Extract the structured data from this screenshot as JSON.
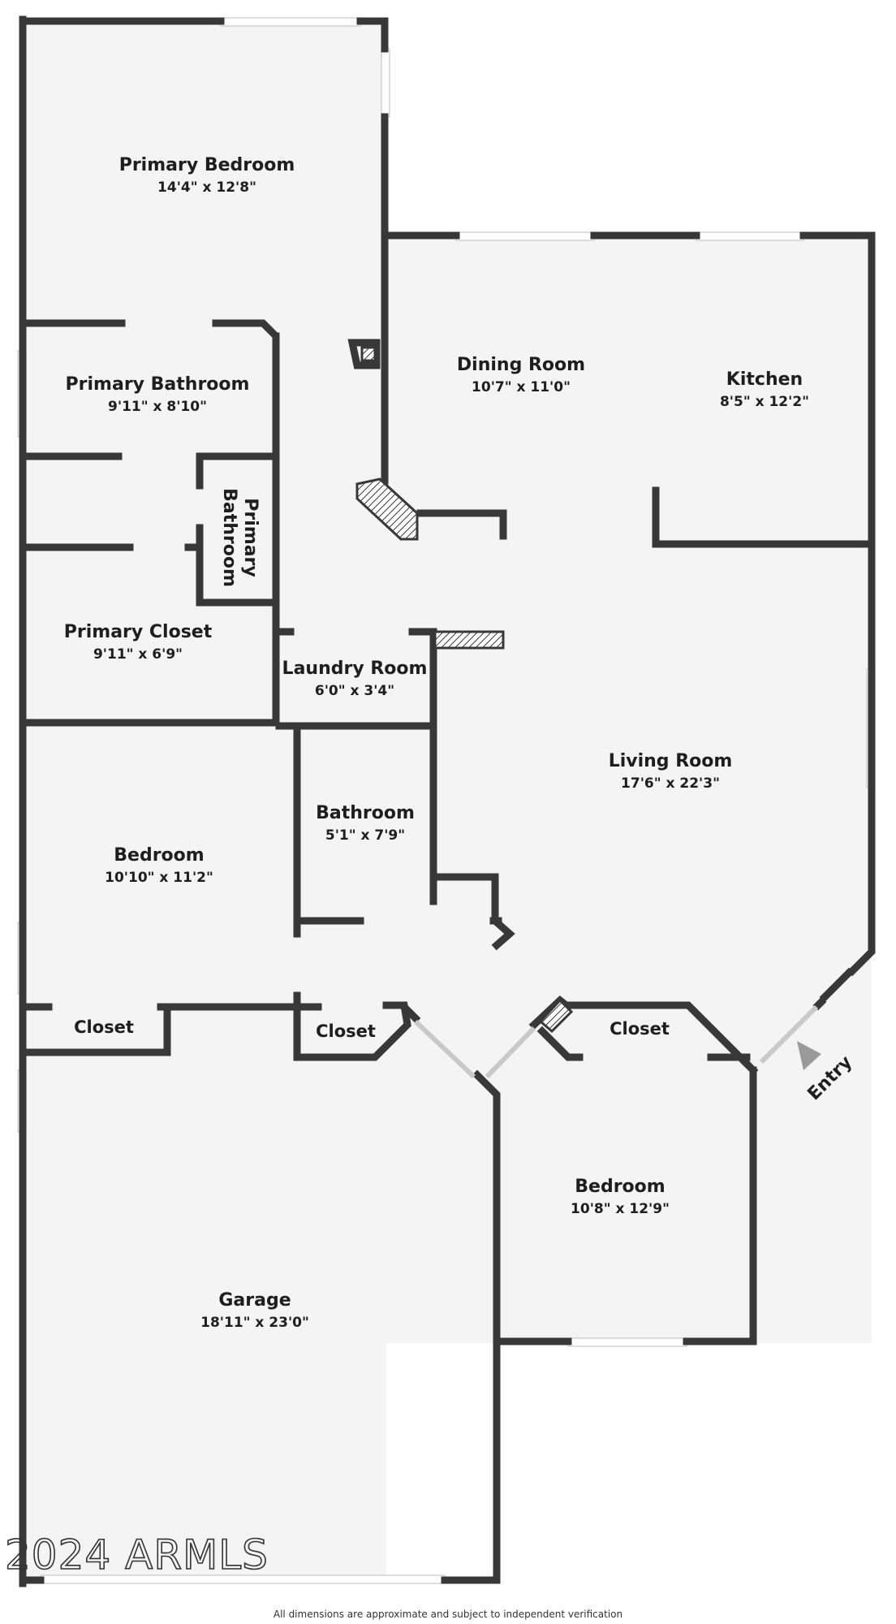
{
  "rooms": {
    "primary_bedroom": {
      "name": "Primary Bedroom",
      "dim": "14'4\" x 12'8\""
    },
    "dining_room": {
      "name": "Dining Room",
      "dim": "10'7\" x 11'0\""
    },
    "kitchen": {
      "name": "Kitchen",
      "dim": "8'5\" x 12'2\""
    },
    "primary_bathroom": {
      "name": "Primary Bathroom",
      "dim": "9'11\" x 8'10\""
    },
    "primary_bathroom_small": {
      "line1": "Primary",
      "line2": "Bathroom"
    },
    "primary_closet": {
      "name": "Primary Closet",
      "dim": "9'11\" x 6'9\""
    },
    "laundry_room": {
      "name": "Laundry Room",
      "dim": "6'0\" x 3'4\""
    },
    "living_room": {
      "name": "Living Room",
      "dim": "17'6\" x 22'3\""
    },
    "bathroom": {
      "name": "Bathroom",
      "dim": "5'1\" x 7'9\""
    },
    "bedroom_left": {
      "name": "Bedroom",
      "dim": "10'10\" x 11'2\""
    },
    "bedroom_right": {
      "name": "Bedroom",
      "dim": "10'8\" x 12'9\""
    },
    "garage": {
      "name": "Garage",
      "dim": "18'11\" x 23'0\""
    }
  },
  "closets": {
    "left": "Closet",
    "middle": "Closet",
    "right": "Closet"
  },
  "entry_label": "Entry",
  "watermark": "2024 ARMLS",
  "disclaimer": "All dimensions are approximate and subject to independent verification",
  "colors": {
    "wall": "#383838",
    "floor": "#f4f4f4",
    "background": "#ffffff"
  }
}
